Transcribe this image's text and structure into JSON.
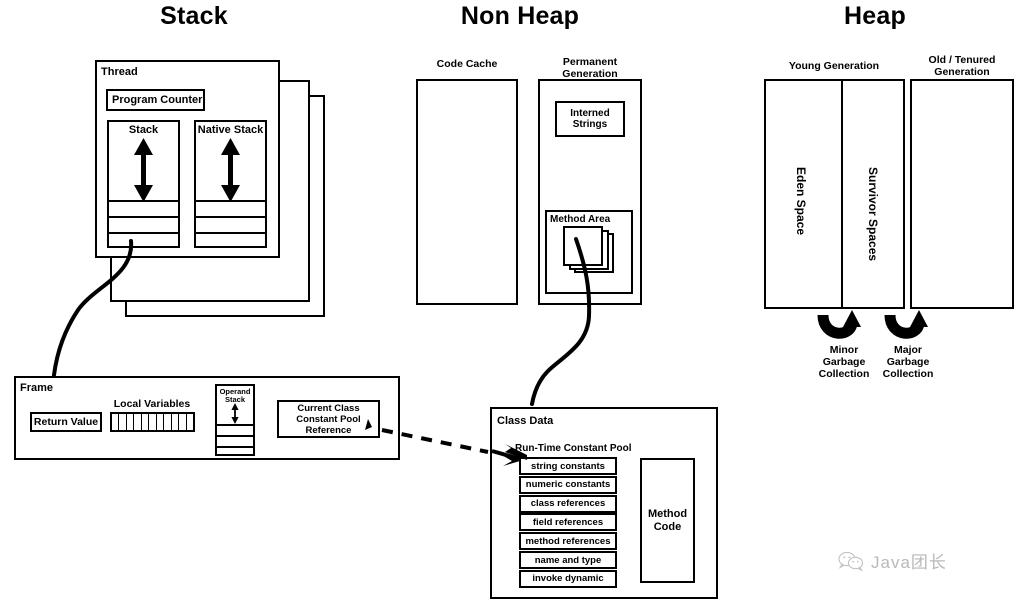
{
  "sections": [
    {
      "id": "stack",
      "title": "Stack"
    },
    {
      "id": "non_heap",
      "title": "Non Heap"
    },
    {
      "id": "heap",
      "title": "Heap"
    }
  ],
  "stack": {
    "thread": {
      "label": "Thread",
      "program_counter": "Program Counter",
      "stacks": [
        {
          "label": "Stack",
          "frame_slots": 3,
          "arrow": "double-vertical-arrow"
        },
        {
          "label": "Native Stack",
          "frame_slots": 3,
          "arrow": "double-vertical-arrow"
        }
      ],
      "stacked_copies": 3
    },
    "frame": {
      "label": "Frame",
      "return_value": "Return Value",
      "local_variables": "Local Variables",
      "local_variable_slots": 11,
      "operand_stack": "Operand\nStack",
      "operand_stack_slots": 3,
      "current_class_constant_pool_reference": "Current Class\nConstant Pool\nReference"
    },
    "connector": "curve-thread-stack-to-frame"
  },
  "non_heap": {
    "code_cache": {
      "label": "Code Cache"
    },
    "permanent_generation": {
      "label": "Permanent\nGeneration",
      "interned_strings": "Interned\nStrings",
      "method_area": {
        "label": "Method Area",
        "class_copies": 3
      }
    },
    "connector": "curve-method-area-to-class-data"
  },
  "class_data": {
    "label": "Class Data",
    "run_time_constant_pool": {
      "label": "Run-Time Constant Pool",
      "entries": [
        "string constants",
        "numeric constants",
        "class references",
        "field references",
        "method references",
        "name and type",
        "invoke dynamic"
      ]
    },
    "method_code": "Method\nCode",
    "incoming_link": "dashed-arrow-from-frame-constant-pool-reference"
  },
  "heap": {
    "young_generation": {
      "label": "Young Generation",
      "spaces": [
        {
          "label": "Eden Space"
        },
        {
          "label": "Survivor Spaces"
        }
      ]
    },
    "old_generation": {
      "label": "Old / Tenured\nGeneration"
    },
    "garbage_collection": [
      {
        "label": "Minor\nGarbage\nCollection",
        "icon": "u-turn-arrow-up"
      },
      {
        "label": "Major\nGarbage\nCollection",
        "icon": "u-turn-arrow-up"
      }
    ]
  },
  "watermark": {
    "text": "Java团长",
    "icon": "wechat-icon",
    "color": "#b9b9b9"
  }
}
